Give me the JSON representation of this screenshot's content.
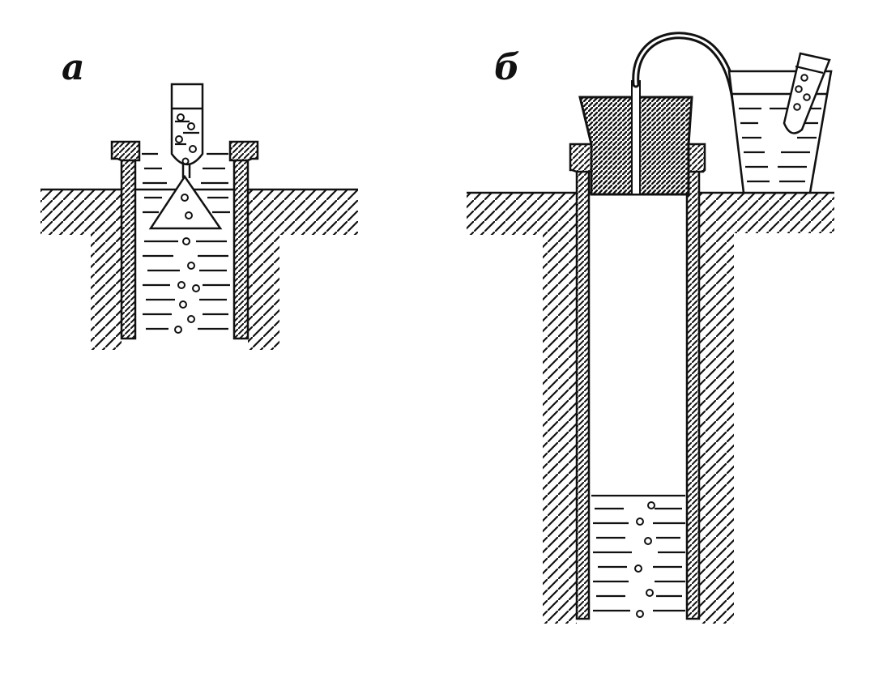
{
  "panels": [
    {
      "id": "a",
      "label": "а"
    },
    {
      "id": "b",
      "label": "б"
    }
  ],
  "colors": {
    "ink": "#111111",
    "background": "#ffffff"
  }
}
